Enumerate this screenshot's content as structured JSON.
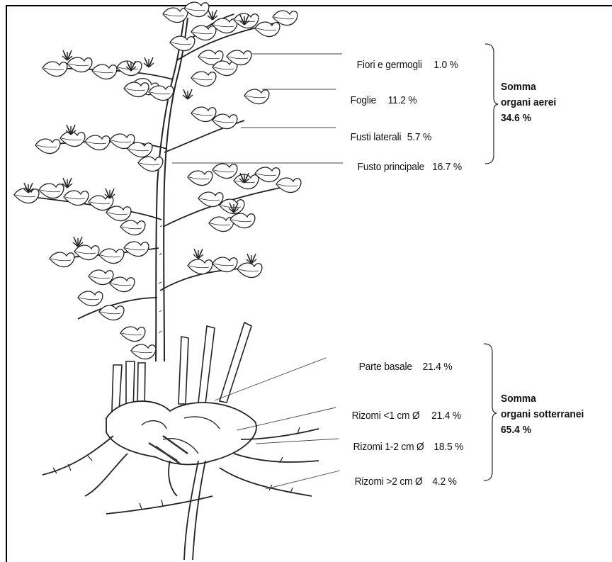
{
  "aerial": {
    "items": [
      {
        "name": "Fiori e germogli",
        "value": "1.0 %"
      },
      {
        "name": "Foglie",
        "value": "11.2 %"
      },
      {
        "name": "Fusti laterali",
        "value": "5.7 %"
      },
      {
        "name": "Fusto principale",
        "value": "16.7 %"
      }
    ],
    "sum_line1": "Somma",
    "sum_line2": "organi aerei",
    "sum_value": "34.6 %"
  },
  "underground": {
    "items": [
      {
        "name": "Parte basale",
        "value": "21.4 %"
      },
      {
        "name": "Rizomi <1 cm Ø",
        "value": "21.4 %"
      },
      {
        "name": "Rizomi 1-2 cm Ø",
        "value": "18.5 %"
      },
      {
        "name": "Rizomi >2 cm Ø",
        "value": "4.2 %"
      }
    ],
    "sum_line1": "Somma",
    "sum_line2": "organi sotterranei",
    "sum_value": "65.4 %"
  }
}
